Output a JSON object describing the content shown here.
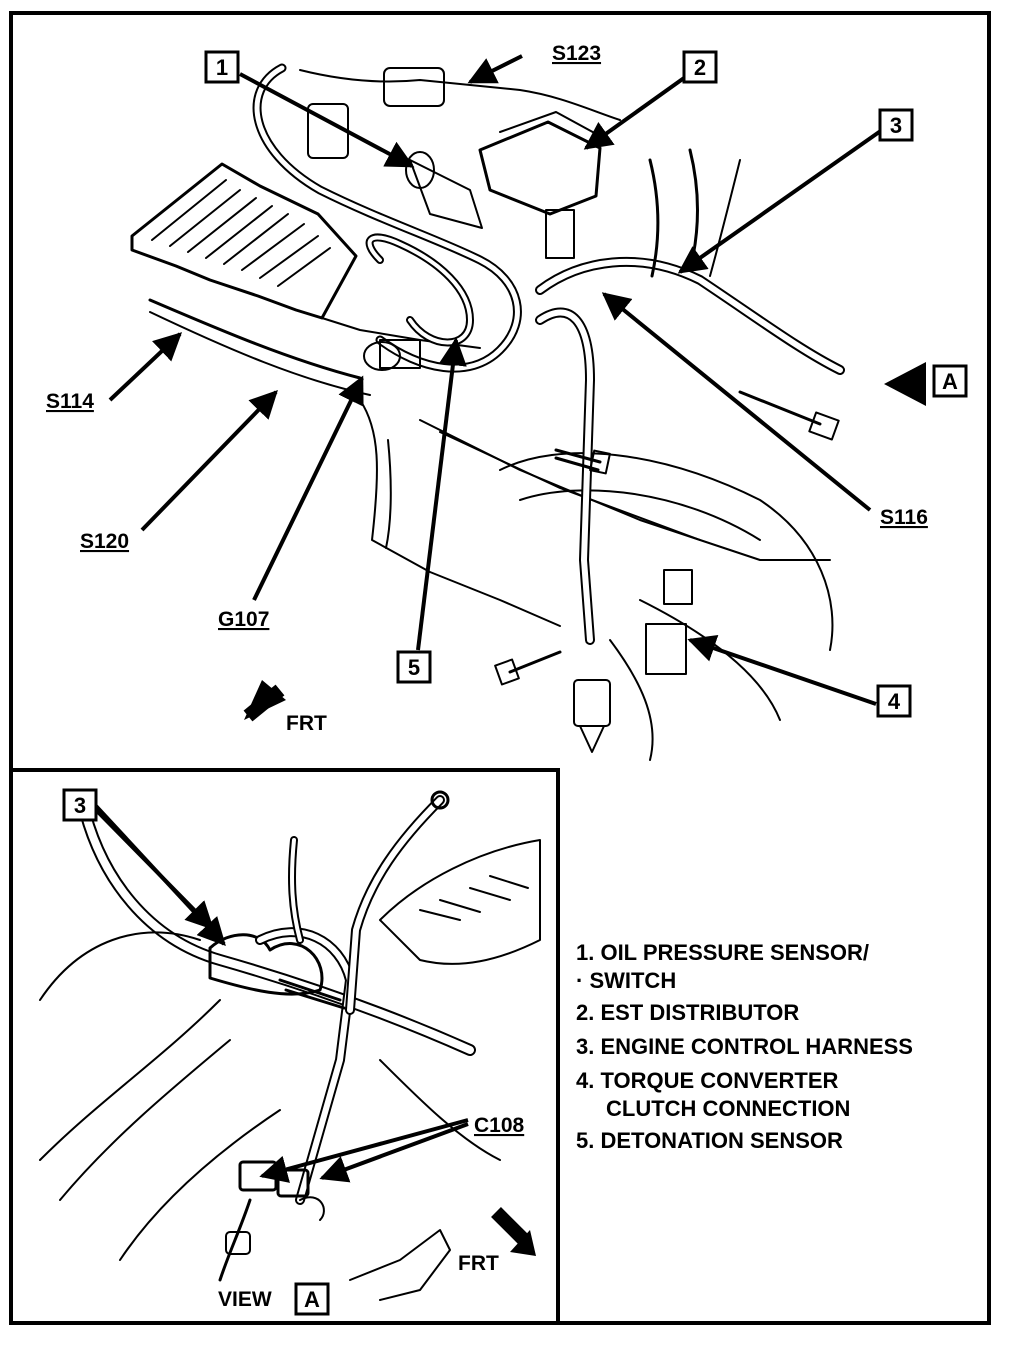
{
  "callouts": {
    "c1": "1",
    "c2": "2",
    "c3": "3",
    "c4": "4",
    "c5": "5",
    "view_c3": "3",
    "view_letter": "A",
    "view_a_marker": "A"
  },
  "codes": {
    "s123": "S123",
    "s114": "S114",
    "s120": "S120",
    "g107": "G107",
    "s116": "S116",
    "c108": "C108"
  },
  "front_labels": {
    "main": "FRT",
    "view": "FRT"
  },
  "view_label": "VIEW",
  "legend": {
    "line1": "1. OIL PRESSURE SENSOR/",
    "line1b": "· SWITCH",
    "line2": "2. EST DISTRIBUTOR",
    "line3": "3. ENGINE CONTROL HARNESS",
    "line4": "4. TORQUE CONVERTER",
    "line4b": "CLUTCH CONNECTION",
    "line5": "5. DETONATION SENSOR"
  },
  "colors": {
    "ink": "#000000",
    "paper": "#ffffff"
  }
}
